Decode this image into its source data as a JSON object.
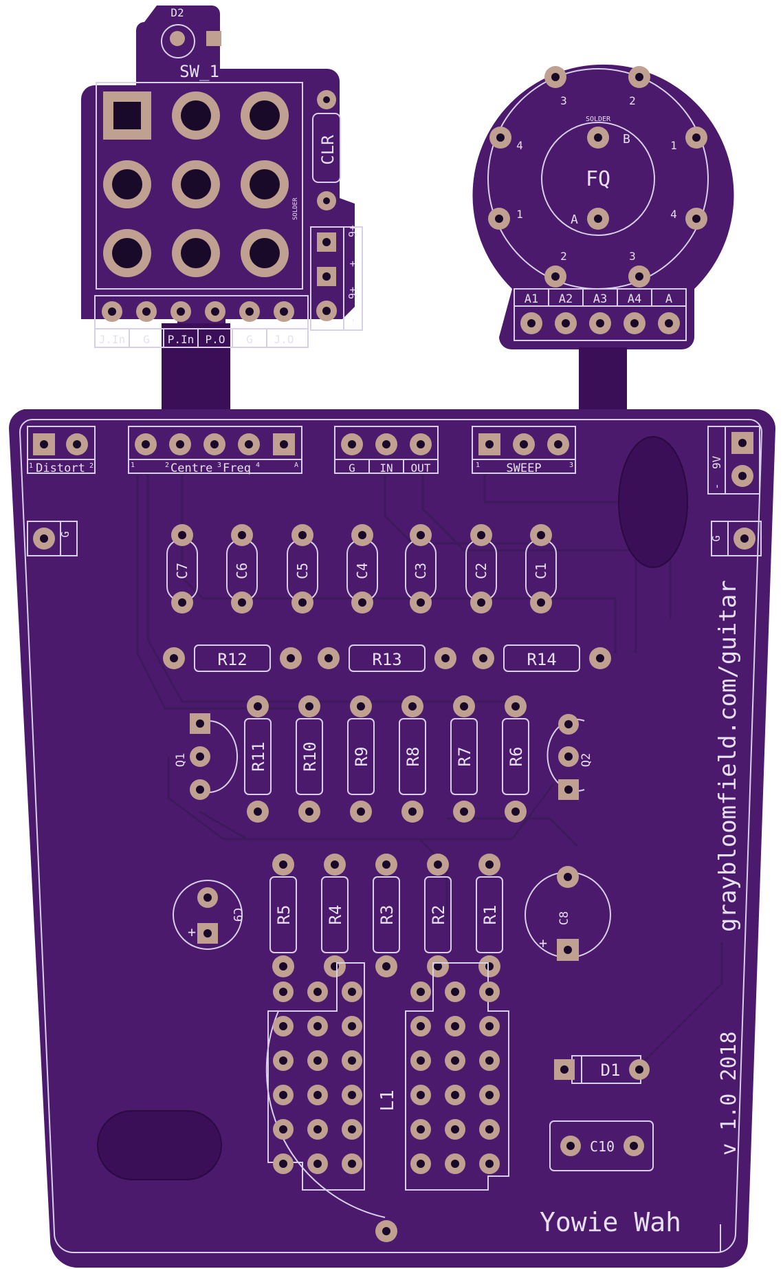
{
  "colors": {
    "board": "#4b1a6d",
    "board_dark": "#3a0f58",
    "silk": "#e6e0f0",
    "pad": "#c0a090",
    "hole": "#1a0a2a"
  },
  "switch_board": {
    "led_label": "D2",
    "switch_label": "SW_1",
    "clr_label": "CLR",
    "solder_label": "SOLDER",
    "power_labels": [
      "9+",
      "+",
      "9+",
      "-"
    ],
    "bottom_labels": [
      "J.In",
      "G",
      "P.In",
      "P.O",
      "G",
      "J.O"
    ]
  },
  "pot_board": {
    "label": "FQ",
    "solder_label": "SOLDER",
    "pin_b": "B",
    "pin_a": "A",
    "ring_numbers": [
      "3",
      "2",
      "4",
      "1",
      "1",
      "4",
      "2",
      "3"
    ],
    "connector_labels": [
      "A1",
      "A2",
      "A3",
      "A4",
      "A"
    ]
  },
  "main_board": {
    "distort": {
      "label": "Distort",
      "n1": "1",
      "n2": "2"
    },
    "centre_freq": {
      "label": "Centre",
      "label2": "Freq",
      "n1": "1",
      "n2": "2",
      "n3": "3",
      "n4": "4",
      "nA": "A"
    },
    "io_labels": [
      "G",
      "IN",
      "OUT"
    ],
    "sweep": {
      "label": "SWEEP",
      "n1": "1",
      "n3": "3"
    },
    "power": {
      "label": "9V",
      "minus": "-"
    },
    "ground_left": "G",
    "ground_right": "G",
    "caps": [
      "C7",
      "C6",
      "C5",
      "C4",
      "C3",
      "C2",
      "C1"
    ],
    "resistors_top": [
      "R12",
      "R13",
      "R14"
    ],
    "resistors_mid": [
      "R11",
      "R10",
      "R9",
      "R8",
      "R7",
      "R6"
    ],
    "resistors_low": [
      "R5",
      "R4",
      "R3",
      "R2",
      "R1"
    ],
    "q1": "Q1",
    "q2": "Q2",
    "c9": "C9",
    "c8": "C8",
    "plus": "+",
    "inductor": "L1",
    "diode": "D1",
    "c10": "C10",
    "url": "graybloomfield.com/guitar",
    "version": "v 1.0  2018",
    "title": "Yowie Wah"
  }
}
